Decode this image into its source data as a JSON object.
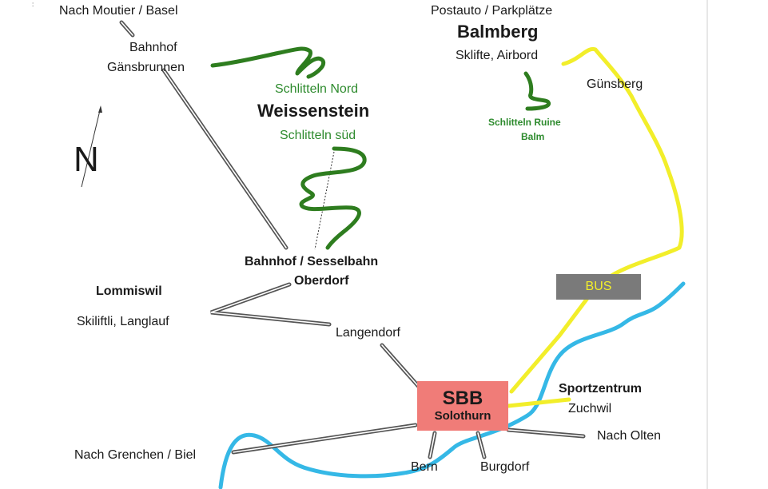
{
  "colors": {
    "rail": "#555555",
    "green_track": "#2e7d1f",
    "bus_route": "#f2ee2a",
    "river": "#35b8e6",
    "sbb_box": "#f07c78",
    "bus_box": "#7a7a7a",
    "bus_text": "#f2ee2a",
    "green_text": "#2e8b2e"
  },
  "labels": {
    "nach_moutier": "Nach Moutier / Basel",
    "gaensbrunnen_1": "Bahnhof",
    "gaensbrunnen_2": "Gänsbrunnen",
    "schlitteln_nord": "Schlitteln Nord",
    "weissenstein": "Weissenstein",
    "schlitteln_sued": "Schlitteln süd",
    "postauto": "Postauto / Parkplätze",
    "balmberg": "Balmberg",
    "sklifte": "Sklifte, Airbord",
    "schlitteln_ruine_1": "Schlitteln Ruine",
    "schlitteln_ruine_2": "Balm",
    "guensberg": "Günsberg",
    "north": "N",
    "bahnhof_sesselbahn": "Bahnhof / Sesselbahn",
    "oberdorf": "Oberdorf",
    "lommiswil": "Lommiswil",
    "skiliftli": "Skiliftli, Langlauf",
    "langendorf": "Langendorf",
    "bus": "BUS",
    "sbb": "SBB",
    "solothurn": "Solothurn",
    "sportzentrum": "Sportzentrum",
    "zuchwil": "Zuchwil",
    "nach_olten": "Nach Olten",
    "nach_grenchen": "Nach Grenchen / Biel",
    "bern": "Bern",
    "burgdorf": "Burgdorf"
  }
}
